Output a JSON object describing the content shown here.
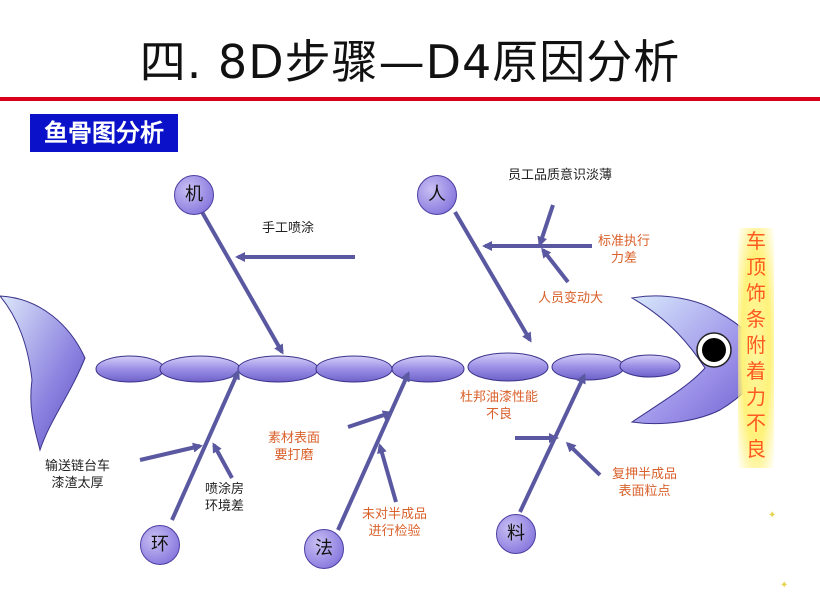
{
  "header": {
    "title": "四. 8D步骤—D4原因分析"
  },
  "section": {
    "label": "鱼骨图分析"
  },
  "categories": {
    "machine": "机",
    "people": "人",
    "environment": "环",
    "method": "法",
    "material": "料"
  },
  "causes": {
    "manual_spray": "手工喷涂",
    "staff_quality": "员工品质意识淡薄",
    "standard_exec": [
      "标准执行",
      "力差"
    ],
    "staff_change": "人员变动大",
    "conveyor": [
      "输送链台车",
      "漆渣太厚"
    ],
    "spray_room": [
      "喷涂房",
      "环境差"
    ],
    "material_surface": [
      "素材表面",
      "要打磨"
    ],
    "no_inspection": [
      "未对半成品",
      "进行检验"
    ],
    "paint_performance": [
      "杜邦油漆性能",
      "不良"
    ],
    "semi_particles": [
      "复押半成品",
      "表面粒点"
    ]
  },
  "result": {
    "text": "车顶饰条附着力不良"
  },
  "colors": {
    "accent": "#d9001b",
    "section_bg": "#0a11c8",
    "arrow": "#5a58a0",
    "result_text": "#ff5a1f"
  }
}
